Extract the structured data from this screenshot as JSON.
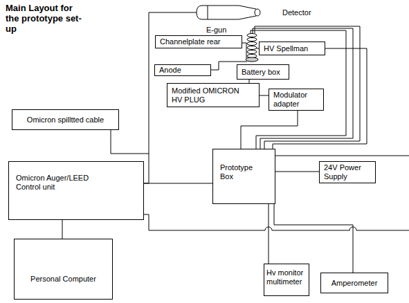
{
  "diagram": {
    "title": "Main Layout for the prototype set-up",
    "nodes": [
      {
        "text": [
          "Channelplate rear"
        ]
      },
      {
        "text": [
          "HV Spellman"
        ]
      },
      {
        "text": [
          "Anode"
        ]
      },
      {
        "text": [
          "Battery box"
        ]
      },
      {
        "text": [
          "Modified OMICRON HV PLUG"
        ]
      },
      {
        "text": [
          "Modulator adapter"
        ]
      },
      {
        "text": [
          "Omicron spilltted cable"
        ]
      },
      {
        "text": [
          "Omicron Auger/LEED Control unit"
        ]
      },
      {
        "text": [
          "Prototype Box"
        ]
      },
      {
        "text": [
          "24V Power Supply"
        ]
      },
      {
        "text": [
          "Personal Computer"
        ]
      },
      {
        "text": [
          "Hv monitor multimeter"
        ]
      },
      {
        "text": [
          "Amperometer"
        ]
      }
    ],
    "edges": [
      {
        "from": 7,
        "to": 8,
        "arrow": "none"
      },
      {
        "from": 6,
        "to": 7,
        "arrow": "none"
      },
      {
        "from": 7,
        "to": 10,
        "arrow": "none"
      },
      {
        "from": 8,
        "to": 9,
        "arrow": "none"
      },
      {
        "from": 8,
        "to": 11,
        "arrow": "none"
      },
      {
        "from": 8,
        "to": 12,
        "arrow": "none"
      },
      {
        "from": 5,
        "to": 8,
        "arrow": "none"
      },
      {
        "from": 1,
        "to": 8,
        "arrow": "none"
      },
      {
        "from": 3,
        "to": 4,
        "arrow": "none"
      },
      {
        "from": 4,
        "to": 5,
        "arrow": "none"
      }
    ],
    "labels": [
      "Detector",
      "E-gun"
    ]
  }
}
